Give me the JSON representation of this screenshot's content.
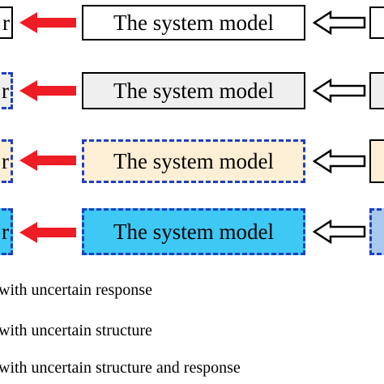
{
  "rows": [
    {
      "left_text": "r",
      "model_label": "The system model",
      "fill": "#ffffff",
      "border": "solid",
      "right_fill": "#ffffff"
    },
    {
      "left_text": "r",
      "model_label": "The system model",
      "fill": "#efefef",
      "border": "dashed",
      "right_fill": "#efefef"
    },
    {
      "left_text": "r",
      "model_label": "The system model",
      "fill": "#fcefd5",
      "border": "dashed",
      "right_fill": "#fcefd5"
    },
    {
      "left_text": "r",
      "model_label": "The system model",
      "fill": "#3ec8f4",
      "border": "dashed",
      "right_fill": "#a9c8f0"
    }
  ],
  "colors": {
    "red_arrow": "#ee1c24",
    "outline_arrow": "#000000",
    "dash_blue": "#1f3fbf"
  },
  "legend": [
    "with uncertain response",
    "with uncertain structure",
    "with uncertain structure and response"
  ]
}
